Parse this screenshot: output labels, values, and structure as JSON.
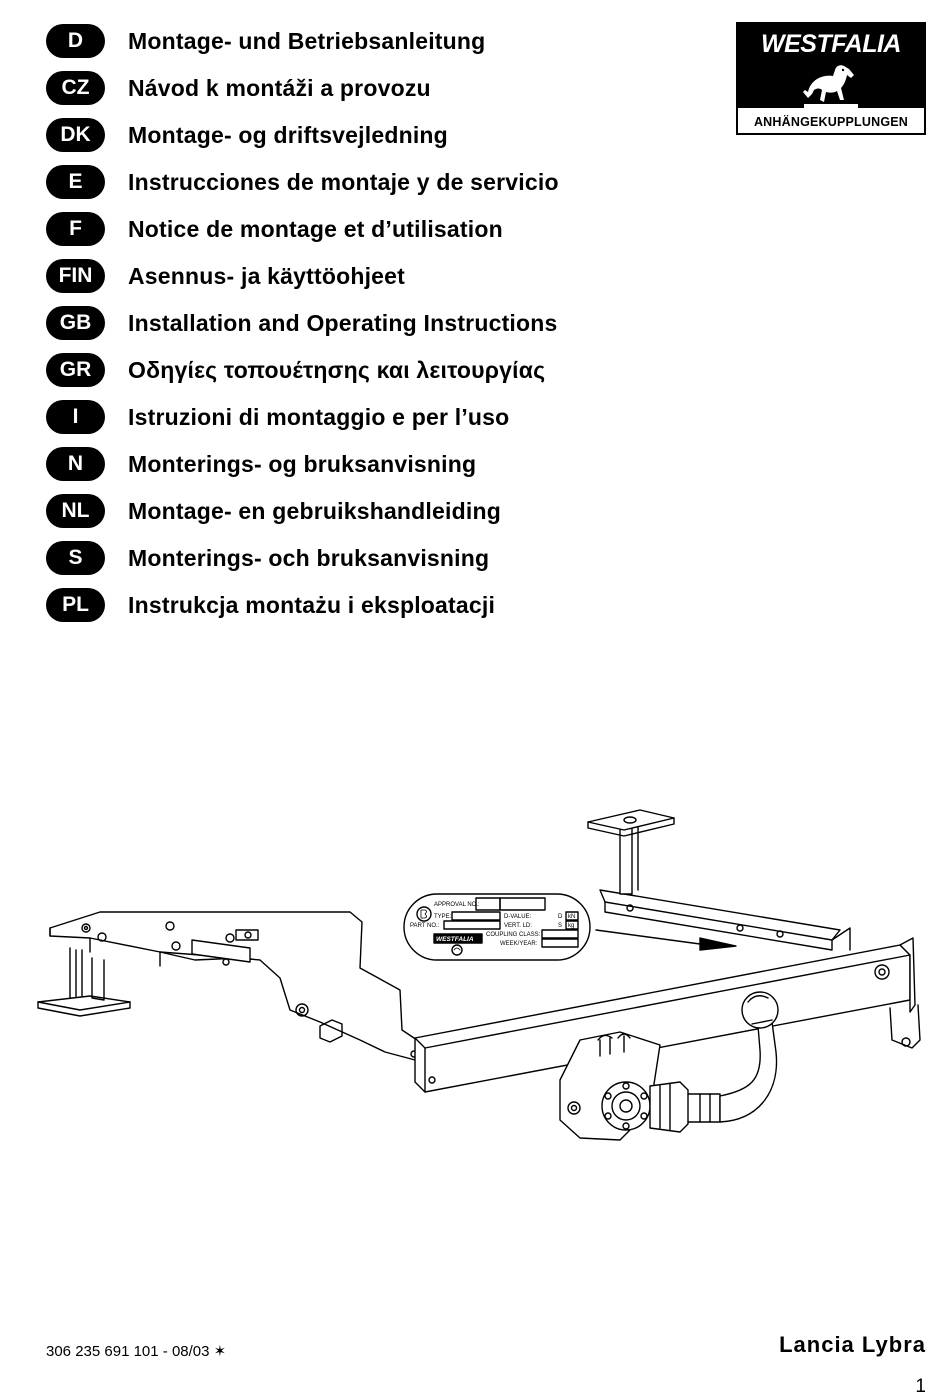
{
  "languages": [
    {
      "code": "D",
      "title": "Montage- und Betriebsanleitung"
    },
    {
      "code": "CZ",
      "title": "Návod k montáži a provozu"
    },
    {
      "code": "DK",
      "title": "Montage- og driftsvejledning"
    },
    {
      "code": "E",
      "title": "Instrucciones de montaje y de servicio"
    },
    {
      "code": "F",
      "title": "Notice de montage et d’utilisation"
    },
    {
      "code": "FIN",
      "title": "Asennus- ja käyttöohjeet"
    },
    {
      "code": "GB",
      "title": "Installation and Operating Instructions"
    },
    {
      "code": "GR",
      "title": "Οδηγίες τοπουέτησης και λειτουργίας"
    },
    {
      "code": "I",
      "title": "Istruzioni di montaggio e per l’uso"
    },
    {
      "code": "N",
      "title": "Monterings- og bruksanvisning"
    },
    {
      "code": "NL",
      "title": "Montage- en gebruikshandleiding"
    },
    {
      "code": "S",
      "title": "Monterings- och bruksanvisning"
    },
    {
      "code": "PL",
      "title": "Instrukcja montażu i eksploatacji"
    }
  ],
  "logo": {
    "brand": "WESTFALIA",
    "subtitle": "ANHÄNGEKUPPLUNGEN"
  },
  "type_plate": {
    "approval_no": "APPROVAL NO.:",
    "type": "TYPE:",
    "part_no": "PART NO.:",
    "d_value": "D-VALUE:",
    "d": "D",
    "kn": "kN",
    "vert_ld": "VERT. LD:",
    "s": "S",
    "kg": "kg",
    "coupling_class": "COUPLING CLASS:",
    "week_year": "WEEK/YEAR:",
    "brand": "WESTFALIA"
  },
  "footer": {
    "doc_number": "306 235 691 101 - 08/03 ✶",
    "model": "Lancia Lybra",
    "page": "1"
  }
}
